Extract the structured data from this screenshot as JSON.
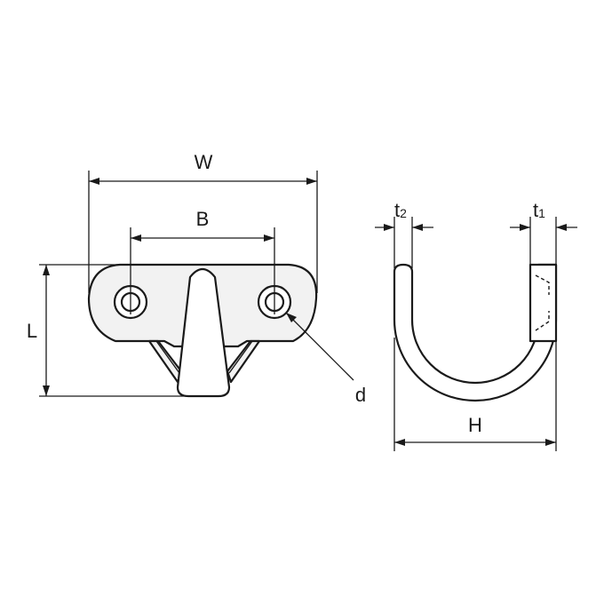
{
  "labels": {
    "width": "W",
    "hole_pitch": "B",
    "length": "L",
    "hole_diameter": "d",
    "height": "H",
    "t2_main": "t",
    "t2_sub": "2",
    "t1_main": "t",
    "t1_sub": "1"
  }
}
